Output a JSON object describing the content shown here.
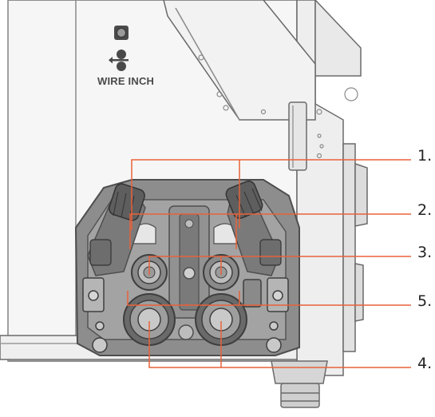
{
  "panel": {
    "wire_inch_label": "WIRE INCH"
  },
  "callouts": [
    {
      "id": "c1",
      "label": "1."
    },
    {
      "id": "c2",
      "label": "2."
    },
    {
      "id": "c3",
      "label": "3."
    },
    {
      "id": "c5",
      "label": "5."
    },
    {
      "id": "c4",
      "label": "4."
    }
  ],
  "colors": {
    "leader": "#e8623a",
    "body_fill": "#f4f4f4",
    "outline": "#6a6a6a",
    "mechanism": "#8d8d8d",
    "mechanism_dark": "#5e5e5e",
    "text": "#222222"
  },
  "icons": [
    "wire-inch-button-icon",
    "wire-inch-arrow-icon"
  ]
}
